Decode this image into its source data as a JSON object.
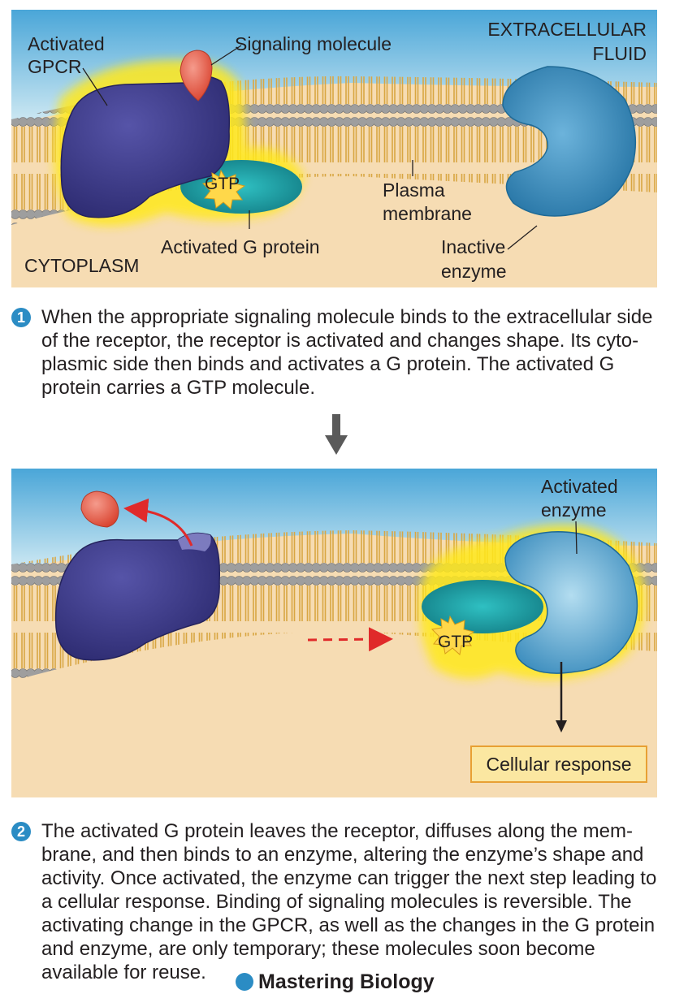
{
  "panel1": {
    "labels": {
      "activated_gpcr_line1": "Activated",
      "activated_gpcr_line2": "GPCR",
      "signaling_molecule": "Signaling molecule",
      "extracellular_line1": "EXTRACELLULAR",
      "extracellular_line2": "FLUID",
      "gtp": "GTP",
      "plasma_line1": "Plasma",
      "plasma_line2": "membrane",
      "activated_g_protein": "Activated G protein",
      "inactive_line1": "Inactive",
      "inactive_line2": "enzyme",
      "cytoplasm": "CYTOPLASM"
    }
  },
  "step1": {
    "number": "1",
    "text": "When the appropriate signaling molecule binds to the extracellular side of the receptor, the receptor is activated and changes shape. Its cyto- plasmic side then binds and activates a G protein. The activated G protein carries a GTP molecule."
  },
  "panel2": {
    "labels": {
      "activated_enzyme_line1": "Activated",
      "activated_enzyme_line2": "enzyme",
      "gtp": "GTP",
      "cellular_response": "Cellular response"
    }
  },
  "step2": {
    "number": "2",
    "text": "The activated G protein leaves the receptor, diffuses along the mem- brane, and then binds to an enzyme, altering the enzyme’s shape and activity. Once activated, the enzyme can trigger the next step leading to a cellular response. Binding of signaling molecules is reversible. The activating change in the GPCR, as well as the changes in the G protein and enzyme, are only temporary; these molecules soon become available for reuse."
  },
  "footer": {
    "brand": "Mastering Biology"
  },
  "colors": {
    "fluid_top": "#5ab1dc",
    "cytoplasm": "#f6dcb3",
    "lipid_head": "#9b9b9b",
    "lipid_tail": "#d9a642",
    "receptor": "#3f3d8c",
    "g_protein": "#1a9aa0",
    "enzyme": "#3d8dbd",
    "signal": "#e8604e",
    "glow": "#ffe81a",
    "response_box": "#fbe7a1"
  }
}
